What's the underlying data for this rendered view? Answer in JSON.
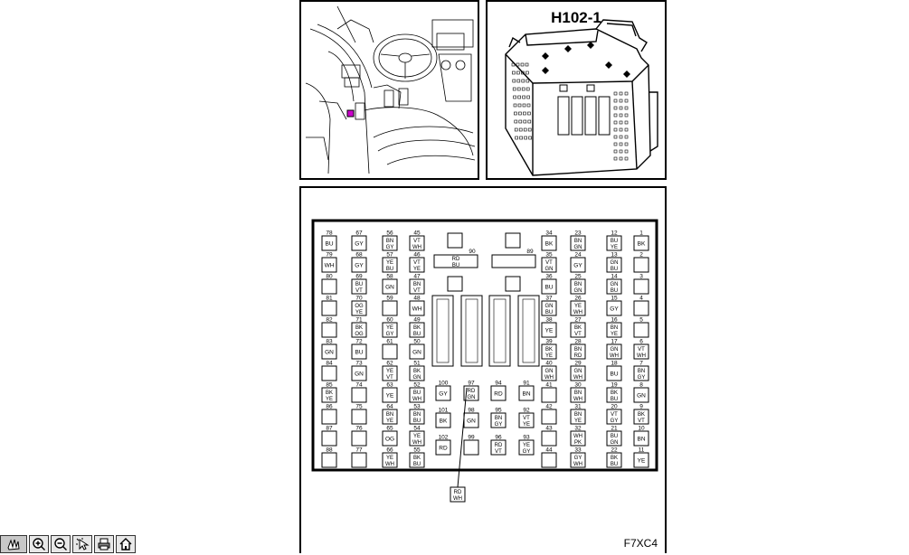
{
  "connector": {
    "title": "H102-1"
  },
  "footer": {
    "code": "F7XC4"
  },
  "toolbar": [
    {
      "name": "hand-tool-icon"
    },
    {
      "name": "zoom-in-icon"
    },
    {
      "name": "zoom-out-icon"
    },
    {
      "name": "pointer-icon"
    },
    {
      "name": "print-icon"
    },
    {
      "name": "home-icon"
    }
  ],
  "pins": [
    {
      "num": "1",
      "c": [
        "BK"
      ]
    },
    {
      "num": "2",
      "c": []
    },
    {
      "num": "3",
      "c": []
    },
    {
      "num": "4",
      "c": []
    },
    {
      "num": "5",
      "c": []
    },
    {
      "num": "6",
      "c": [
        "VT",
        "WH"
      ]
    },
    {
      "num": "7",
      "c": [
        "BN",
        "GY"
      ]
    },
    {
      "num": "8",
      "c": [
        "GN"
      ]
    },
    {
      "num": "9",
      "c": [
        "BK",
        "VT"
      ]
    },
    {
      "num": "10",
      "c": [
        "BN"
      ]
    },
    {
      "num": "11",
      "c": [
        "YE"
      ]
    },
    {
      "num": "12",
      "c": [
        "BU",
        "YE"
      ]
    },
    {
      "num": "13",
      "c": [
        "GN",
        "BU"
      ]
    },
    {
      "num": "14",
      "c": [
        "GN",
        "BU"
      ]
    },
    {
      "num": "15",
      "c": [
        "GY"
      ]
    },
    {
      "num": "16",
      "c": [
        "BN",
        "YE"
      ]
    },
    {
      "num": "17",
      "c": [
        "GN",
        "WH"
      ]
    },
    {
      "num": "18",
      "c": [
        "BU"
      ]
    },
    {
      "num": "19",
      "c": [
        "BK",
        "BU"
      ]
    },
    {
      "num": "20",
      "c": [
        "VT",
        "GY"
      ]
    },
    {
      "num": "21",
      "c": [
        "BU",
        "GN"
      ]
    },
    {
      "num": "22",
      "c": [
        "BK",
        "BU"
      ]
    },
    {
      "num": "23",
      "c": [
        "BN",
        "GN"
      ]
    },
    {
      "num": "24",
      "c": [
        "GY"
      ]
    },
    {
      "num": "25",
      "c": [
        "BN",
        "GN"
      ]
    },
    {
      "num": "26",
      "c": [
        "YE",
        "WH"
      ]
    },
    {
      "num": "27",
      "c": [
        "BK",
        "VT"
      ]
    },
    {
      "num": "28",
      "c": [
        "BN",
        "RD"
      ]
    },
    {
      "num": "29",
      "c": [
        "GN",
        "WH"
      ]
    },
    {
      "num": "30",
      "c": [
        "BN",
        "WH"
      ]
    },
    {
      "num": "31",
      "c": [
        "BN",
        "YE"
      ]
    },
    {
      "num": "32",
      "c": [
        "WH",
        "PK"
      ]
    },
    {
      "num": "33",
      "c": [
        "GY",
        "WH"
      ]
    },
    {
      "num": "34",
      "c": [
        "BK"
      ]
    },
    {
      "num": "35",
      "c": [
        "VT",
        "GN"
      ]
    },
    {
      "num": "36",
      "c": [
        "BU"
      ]
    },
    {
      "num": "37",
      "c": [
        "GN",
        "BU"
      ]
    },
    {
      "num": "38",
      "c": [
        "YE"
      ]
    },
    {
      "num": "39",
      "c": [
        "BK",
        "YE"
      ]
    },
    {
      "num": "40",
      "c": [
        "GN",
        "WH"
      ]
    },
    {
      "num": "41",
      "c": []
    },
    {
      "num": "42",
      "c": []
    },
    {
      "num": "43",
      "c": []
    },
    {
      "num": "44",
      "c": []
    },
    {
      "num": "45",
      "c": [
        "VT",
        "WH"
      ]
    },
    {
      "num": "46",
      "c": [
        "VT",
        "YE"
      ]
    },
    {
      "num": "47",
      "c": [
        "BN",
        "VT"
      ]
    },
    {
      "num": "48",
      "c": [
        "WH"
      ]
    },
    {
      "num": "49",
      "c": [
        "BK",
        "BU"
      ]
    },
    {
      "num": "50",
      "c": [
        "GN"
      ]
    },
    {
      "num": "51",
      "c": [
        "BK",
        "GN"
      ]
    },
    {
      "num": "52",
      "c": [
        "BU",
        "WH"
      ]
    },
    {
      "num": "53",
      "c": [
        "BN",
        "BU"
      ]
    },
    {
      "num": "54",
      "c": [
        "YE",
        "WH"
      ]
    },
    {
      "num": "55",
      "c": [
        "BK",
        "BU"
      ]
    },
    {
      "num": "56",
      "c": [
        "BN",
        "GY"
      ]
    },
    {
      "num": "57",
      "c": [
        "YE",
        "BU"
      ]
    },
    {
      "num": "58",
      "c": [
        "GN"
      ]
    },
    {
      "num": "59",
      "c": []
    },
    {
      "num": "60",
      "c": [
        "YE",
        "GY"
      ]
    },
    {
      "num": "61",
      "c": []
    },
    {
      "num": "62",
      "c": [
        "YE",
        "VT"
      ]
    },
    {
      "num": "63",
      "c": [
        "YE"
      ]
    },
    {
      "num": "64",
      "c": [
        "BN",
        "YE"
      ]
    },
    {
      "num": "65",
      "c": [
        "OG"
      ]
    },
    {
      "num": "66",
      "c": [
        "YE",
        "WH"
      ]
    },
    {
      "num": "67",
      "c": [
        "GY"
      ]
    },
    {
      "num": "68",
      "c": [
        "GY"
      ]
    },
    {
      "num": "69",
      "c": [
        "BU",
        "VT"
      ]
    },
    {
      "num": "70",
      "c": [
        "OG",
        "YE"
      ]
    },
    {
      "num": "71",
      "c": [
        "BK",
        "OG"
      ]
    },
    {
      "num": "72",
      "c": [
        "BU"
      ]
    },
    {
      "num": "73",
      "c": [
        "GN"
      ]
    },
    {
      "num": "74",
      "c": []
    },
    {
      "num": "75",
      "c": []
    },
    {
      "num": "76",
      "c": []
    },
    {
      "num": "77",
      "c": []
    },
    {
      "num": "78",
      "c": [
        "BU"
      ]
    },
    {
      "num": "79",
      "c": [
        "WH"
      ]
    },
    {
      "num": "80",
      "c": []
    },
    {
      "num": "81",
      "c": []
    },
    {
      "num": "82",
      "c": []
    },
    {
      "num": "83",
      "c": [
        "GN"
      ]
    },
    {
      "num": "84",
      "c": []
    },
    {
      "num": "85",
      "c": [
        "BK",
        "YE"
      ]
    },
    {
      "num": "86",
      "c": []
    },
    {
      "num": "87",
      "c": []
    },
    {
      "num": "88",
      "c": []
    },
    {
      "num": "89",
      "c": []
    },
    {
      "num": "90",
      "c": [
        "RD",
        "BU"
      ]
    },
    {
      "num": "91",
      "c": [
        "BN"
      ]
    },
    {
      "num": "92",
      "c": [
        "VT",
        "YE"
      ]
    },
    {
      "num": "93",
      "c": [
        "YE",
        "GY"
      ]
    },
    {
      "num": "94",
      "c": [
        "RD"
      ]
    },
    {
      "num": "95",
      "c": [
        "BN",
        "GY"
      ]
    },
    {
      "num": "96",
      "c": [
        "RD",
        "VT"
      ]
    },
    {
      "num": "97",
      "c": [
        "RD",
        "GN"
      ]
    },
    {
      "num": "98",
      "c": [
        "GN"
      ]
    },
    {
      "num": "99",
      "c": []
    },
    {
      "num": "100",
      "c": [
        "GY"
      ]
    },
    {
      "num": "101",
      "c": [
        "BK"
      ]
    },
    {
      "num": "102",
      "c": [
        "RD"
      ]
    },
    {
      "num": "ext",
      "c": [
        "RD",
        "WH"
      ]
    }
  ]
}
